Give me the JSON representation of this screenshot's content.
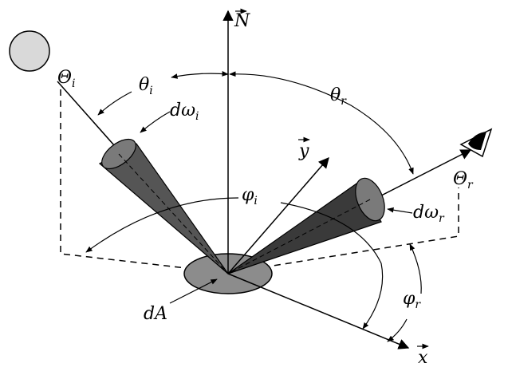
{
  "labels": {
    "normal": "N",
    "theta_i": {
      "base": "θ",
      "sub": "i"
    },
    "theta_r": {
      "base": "θ",
      "sub": "r"
    },
    "Theta_i": {
      "base": "Θ",
      "sub": "i"
    },
    "Theta_r": {
      "base": "Θ",
      "sub": "r"
    },
    "domega_i": {
      "base": "dω",
      "sub": "i"
    },
    "domega_r": {
      "base": "dω",
      "sub": "r"
    },
    "phi_i": {
      "base": "φ",
      "sub": "i"
    },
    "phi_r": {
      "base": "φ",
      "sub": "r"
    },
    "y_axis": "y",
    "x_axis": "x",
    "area": "dA"
  },
  "colors": {
    "ink": "#000000",
    "sun": "#d9d9d9",
    "patch": "#8c8c8c",
    "cone_incident": "#555555",
    "cone_reflected": "#3a3a3a",
    "cone_cap": "#7a7a7a"
  },
  "icons": {
    "light_source": "sun-circle-icon",
    "viewer": "eye-icon"
  }
}
